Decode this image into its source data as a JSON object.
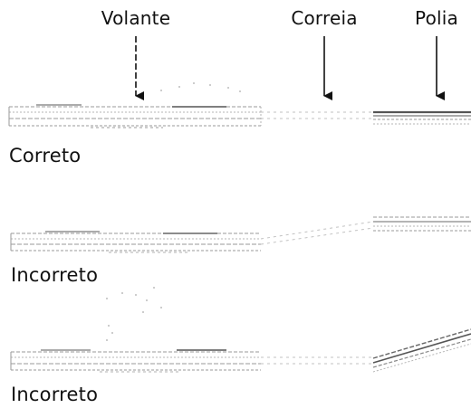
{
  "labels": {
    "flywheel": "Volante",
    "belt": "Correia",
    "pulley": "Polia"
  },
  "captions": {
    "correct": "Correto",
    "incorrect_parallel": "Incorreto",
    "incorrect_angled": "Incorreto"
  },
  "colors": {
    "ink": "#111111",
    "line_mid": "#6b6b6b",
    "line_light": "#b5b5b5",
    "background": "#ffffff"
  },
  "icons": {
    "arrow": "arrow-down-icon"
  }
}
